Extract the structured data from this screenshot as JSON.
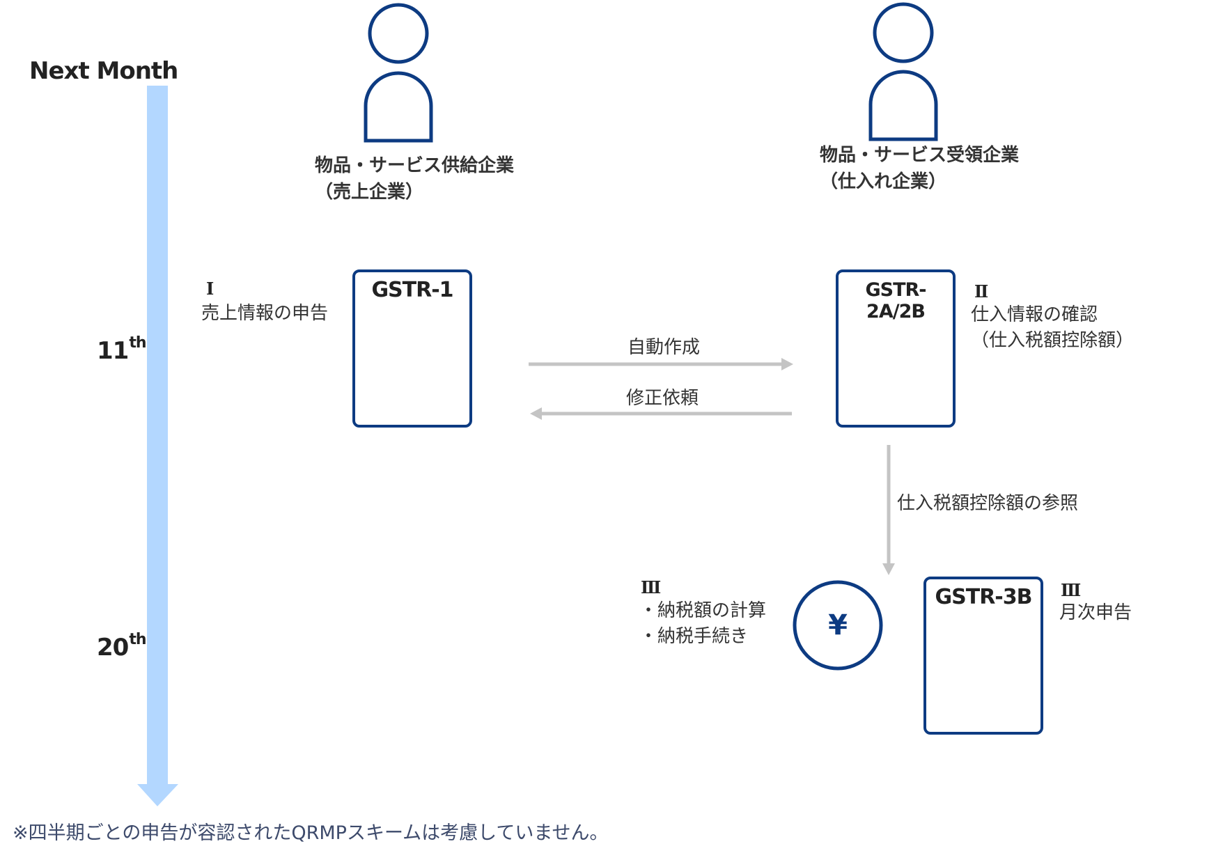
{
  "timeline": {
    "title": "Next Month",
    "tick_11_num": "11",
    "tick_11_sup": "th",
    "tick_20_num": "20",
    "tick_20_sup": "th"
  },
  "actors": {
    "supplier_line1": "物品・サービス供給企業",
    "supplier_line2": "（売上企業）",
    "recipient_line1": "物品・サービス受領企業",
    "recipient_line2": "（仕入れ企業）"
  },
  "steps": {
    "step1_numeral": "Ⅰ",
    "step1_label": "売上情報の申告",
    "step2_numeral": "Ⅱ",
    "step2_line1": "仕入情報の確認",
    "step2_line2": "（仕入税額控除額）",
    "step3a_numeral": "Ⅲ",
    "step3a_line1": "・納税額の計算",
    "step3a_line2": "・納税手続き",
    "step3b_numeral": "Ⅲ",
    "step3b_label": "月次申告"
  },
  "documents": {
    "gstr1": "GSTR-1",
    "gstr2": "GSTR-2A/2B",
    "gstr3b": "GSTR-3B"
  },
  "arrows": {
    "auto_create": "自動作成",
    "correction_request": "修正依頼",
    "itc_reference": "仕入税額控除額の参照"
  },
  "payment": {
    "symbol": "¥"
  },
  "footnote": "※四半期ごとの申告が容認されたQRMPスキームは考慮していません。",
  "colors": {
    "navy": "#0d3b82",
    "timeline_blue": "#b3d7ff",
    "arrow_gray": "#c4c4c4"
  }
}
